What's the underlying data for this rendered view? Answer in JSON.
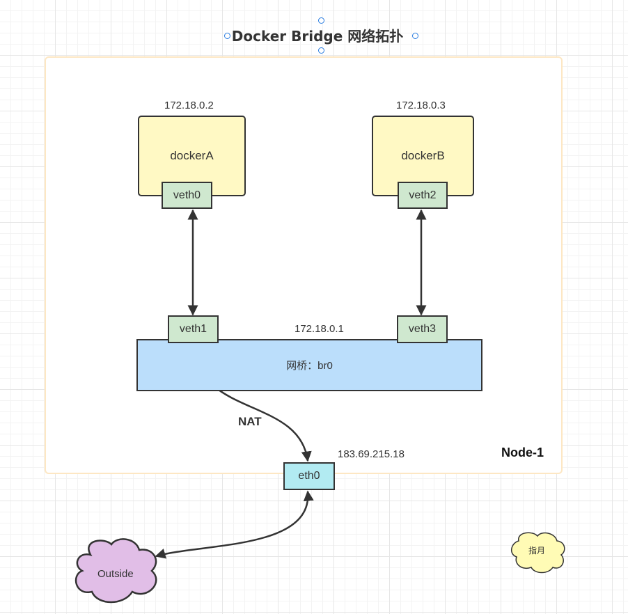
{
  "diagram": {
    "title": "Docker Bridge 网络拓扑",
    "node_label": "Node-1",
    "containers": [
      {
        "name": "dockerA",
        "ip": "172.18.0.2",
        "veth": "veth0"
      },
      {
        "name": "dockerB",
        "ip": "172.18.0.3",
        "veth": "veth2"
      }
    ],
    "bridge": {
      "label": "网桥：br0",
      "ip": "172.18.0.1",
      "ports": [
        "veth1",
        "veth3"
      ]
    },
    "host_nic": {
      "name": "eth0",
      "ip": "183.69.215.18"
    },
    "nat_label": "NAT",
    "outside_label": "Outside",
    "sticker_label": "指月"
  },
  "colors": {
    "container_fill": "#fff9c4",
    "veth_fill": "#cfe8cf",
    "bridge_fill": "#bbdefb",
    "eth_fill": "#b2ebf2",
    "cloud_fill": "#e1bee7",
    "node_border": "#fde7c3",
    "sticker_fill": "#fffbb5"
  }
}
